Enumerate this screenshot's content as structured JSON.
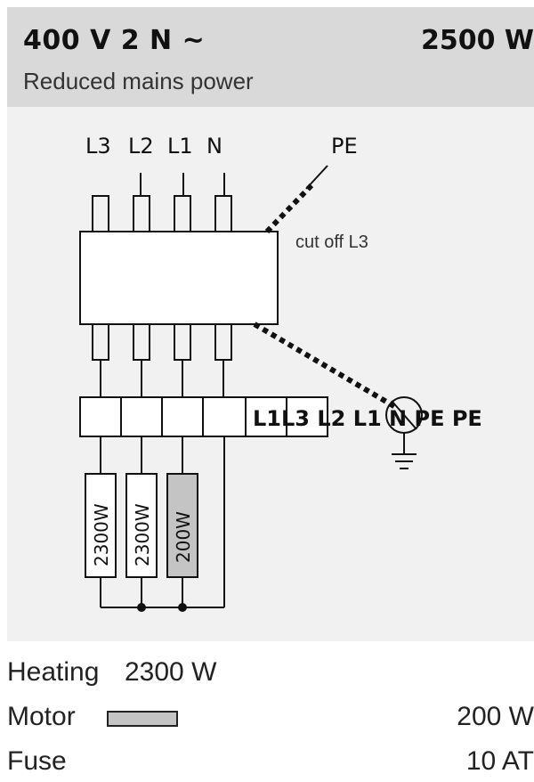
{
  "header": {
    "title": "400 V 2 N ~",
    "power": "2500 W",
    "subtitle": "Reduced mains power"
  },
  "diagram": {
    "top_terminals": [
      "L3",
      "L2",
      "L1",
      "N"
    ],
    "pe_label": "PE",
    "cutoff_note": "cut off L3",
    "bottom_terminals_text": "L1L3 L2 L1 N PE PE",
    "loads": [
      "2300W",
      "2300W",
      "200W"
    ]
  },
  "legend": {
    "heating_label": "Heating",
    "heating_value": "2300 W",
    "motor_label": "Motor",
    "motor_value": "200 W",
    "fuse_label": "Fuse",
    "fuse_value": "10 AT"
  },
  "colors": {
    "header_bg": "#d9d9d9",
    "diagram_bg": "#f1f1f1",
    "motor_fill": "#c4c4c4"
  }
}
